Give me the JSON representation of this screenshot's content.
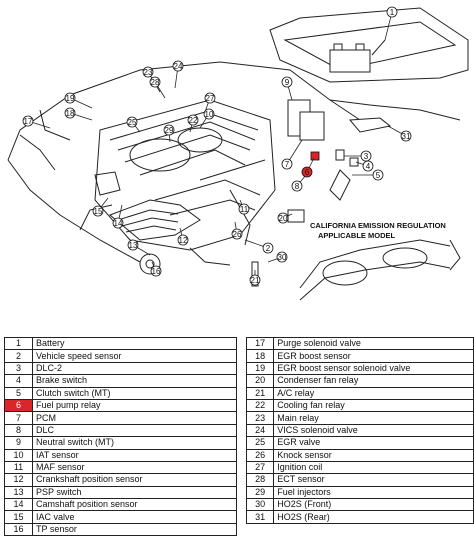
{
  "diagram": {
    "callout_numbers": [
      "1",
      "2",
      "3",
      "4",
      "5",
      "6",
      "7",
      "8",
      "9",
      "10",
      "11",
      "12",
      "13",
      "14",
      "15",
      "16",
      "17",
      "18",
      "19",
      "20",
      "21",
      "22",
      "23",
      "24",
      "25",
      "26",
      "27",
      "28",
      "29",
      "30",
      "31"
    ],
    "inset_label_line1": "CALIFORNIA EMISSION REGULATION",
    "inset_label_line2": "APPLICABLE MODEL",
    "highlight_color": "#d9262b"
  },
  "legend_left": [
    {
      "num": "1",
      "name": "Battery"
    },
    {
      "num": "2",
      "name": "Vehicle speed sensor"
    },
    {
      "num": "3",
      "name": "DLC-2"
    },
    {
      "num": "4",
      "name": "Brake switch"
    },
    {
      "num": "5",
      "name": "Clutch switch (MT)"
    },
    {
      "num": "6",
      "name": "Fuel pump relay"
    },
    {
      "num": "7",
      "name": "PCM"
    },
    {
      "num": "8",
      "name": "DLC"
    },
    {
      "num": "9",
      "name": "Neutral switch (MT)"
    },
    {
      "num": "10",
      "name": "IAT sensor"
    },
    {
      "num": "11",
      "name": "MAF sensor"
    },
    {
      "num": "12",
      "name": "Crankshaft position sensor"
    },
    {
      "num": "13",
      "name": "PSP switch"
    },
    {
      "num": "14",
      "name": "Camshaft position sensor"
    },
    {
      "num": "15",
      "name": "IAC valve"
    },
    {
      "num": "16",
      "name": "TP sensor"
    }
  ],
  "legend_right": [
    {
      "num": "17",
      "name": "Purge solenoid valve"
    },
    {
      "num": "18",
      "name": "EGR boost sensor"
    },
    {
      "num": "19",
      "name": "EGR boost sensor solenoid valve"
    },
    {
      "num": "20",
      "name": "Condenser fan relay"
    },
    {
      "num": "21",
      "name": "A/C relay"
    },
    {
      "num": "22",
      "name": "Cooling fan relay"
    },
    {
      "num": "23",
      "name": "Main relay"
    },
    {
      "num": "24",
      "name": "VICS solenoid valve"
    },
    {
      "num": "25",
      "name": "EGR valve"
    },
    {
      "num": "26",
      "name": "Knock sensor"
    },
    {
      "num": "27",
      "name": "Ignition coil"
    },
    {
      "num": "28",
      "name": "ECT sensor"
    },
    {
      "num": "29",
      "name": "Fuel injectors"
    },
    {
      "num": "30",
      "name": "HO2S (Front)"
    },
    {
      "num": "31",
      "name": "HO2S (Rear)"
    }
  ],
  "highlighted_item": "6"
}
